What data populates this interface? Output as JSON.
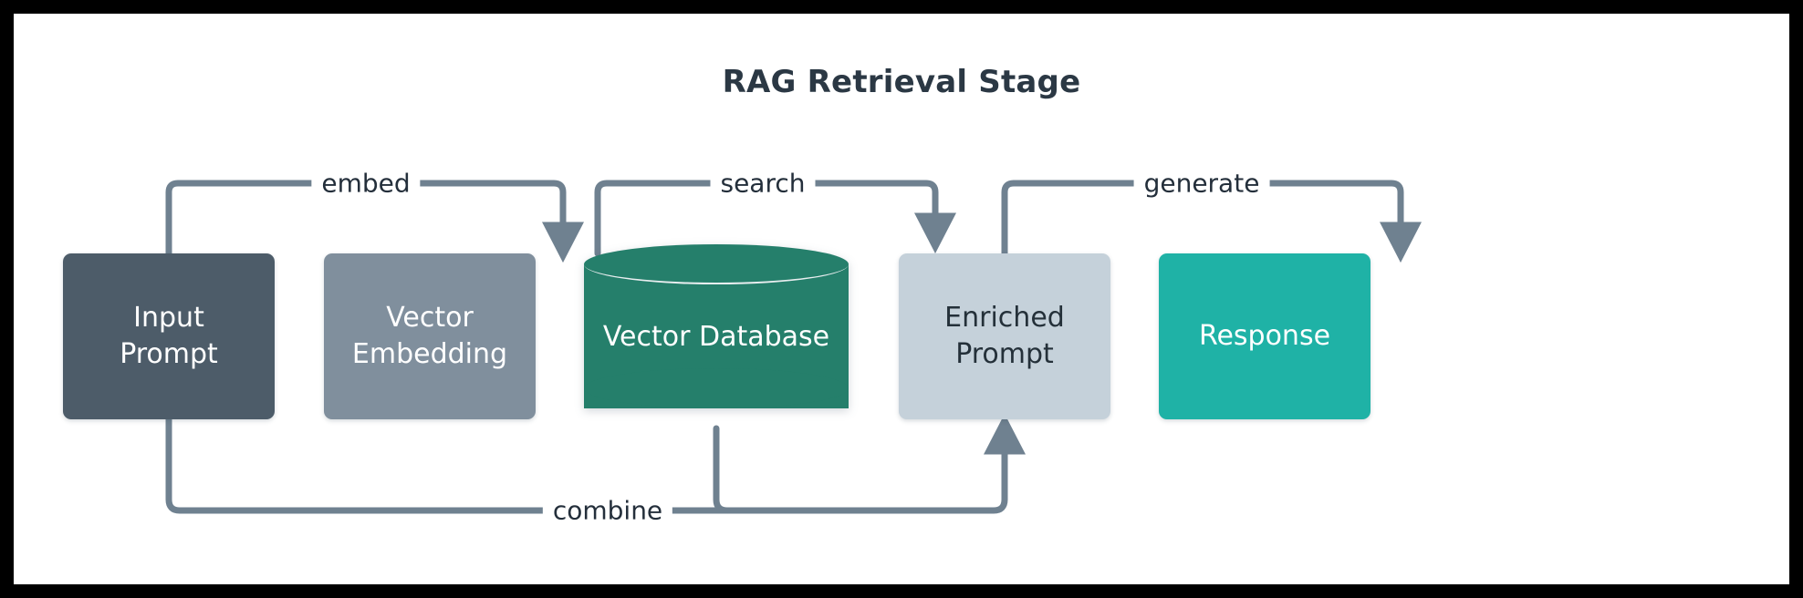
{
  "diagram": {
    "title": "RAG Retrieval Stage",
    "frame_border_color": "#000000",
    "background_color": "#ffffff",
    "connector_color": "#6f8190",
    "label_text_color": "#242f3b",
    "nodes": [
      {
        "id": "input-prompt",
        "label": "Input\nPrompt",
        "shape": "rounded-rect",
        "fill": "#4d5c69",
        "text_color": "#ffffff"
      },
      {
        "id": "vector-embedding",
        "label": "Vector\nEmbedding",
        "shape": "rounded-rect",
        "fill": "#808f9d",
        "text_color": "#ffffff"
      },
      {
        "id": "vector-database",
        "label": "Vector Database",
        "shape": "cylinder",
        "fill": "#257f6b",
        "text_color": "#ffffff"
      },
      {
        "id": "enriched-prompt",
        "label": "Enriched\nPrompt",
        "shape": "rounded-rect",
        "fill": "#c5d1da",
        "text_color": "#243039"
      },
      {
        "id": "response",
        "label": "Response",
        "shape": "rounded-rect",
        "fill": "#1fb2a6",
        "text_color": "#ffffff"
      }
    ],
    "edges": [
      {
        "id": "embed",
        "label": "embed",
        "from": "input-prompt",
        "to": "vector-embedding"
      },
      {
        "id": "search",
        "label": "search",
        "from": "vector-embedding",
        "to": "vector-database"
      },
      {
        "id": "generate",
        "label": "generate",
        "from": "enriched-prompt",
        "to": "response"
      },
      {
        "id": "combine",
        "label": "combine",
        "from": "input-prompt",
        "to": "enriched-prompt"
      }
    ]
  }
}
